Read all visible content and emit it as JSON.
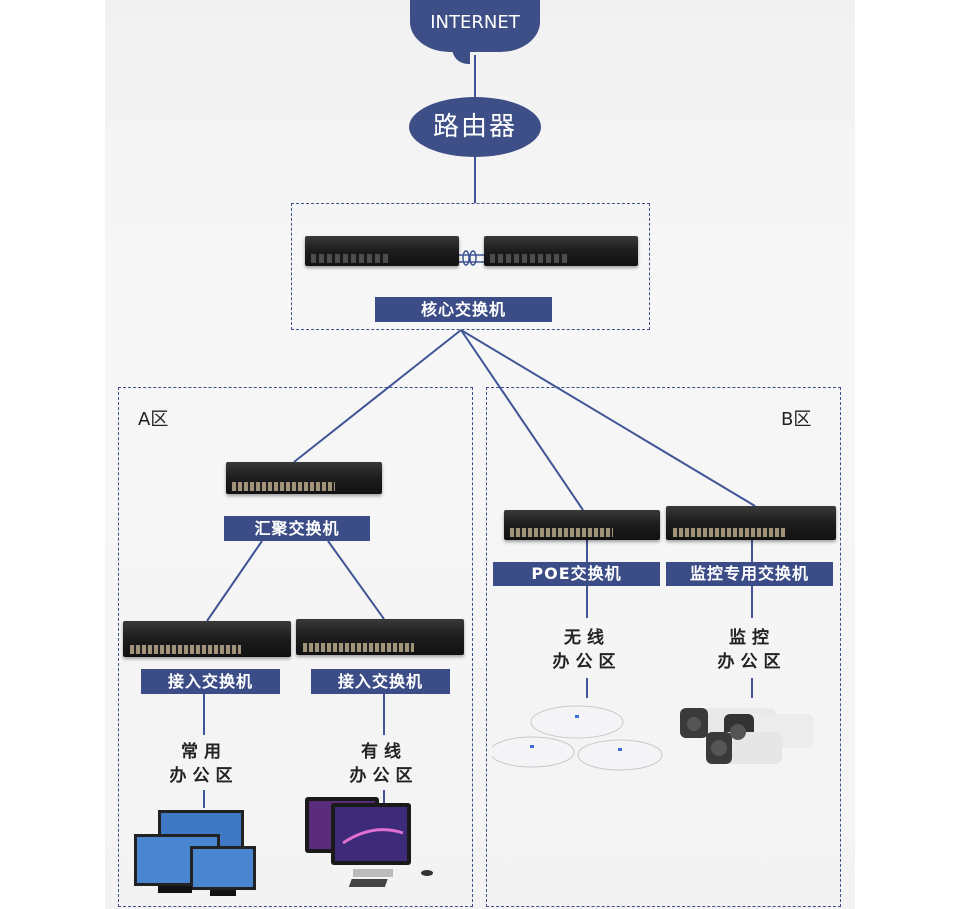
{
  "diagram": {
    "internet": {
      "label": "INTERNET",
      "icon": "cloud-icon"
    },
    "router": {
      "label": "路由器",
      "icon": "router-ellipse"
    },
    "core": {
      "label": "核心交换机",
      "devices": [
        "core-switch",
        "core-switch"
      ]
    },
    "zone_a": {
      "label": "A区",
      "aggregation": {
        "label": "汇聚交换机"
      },
      "access": [
        {
          "label": "接入交换机",
          "area_line1": "常用",
          "area_line2": "办公区",
          "device": "monitors-icon"
        },
        {
          "label": "接入交换机",
          "area_line1": "有线",
          "area_line2": "办公区",
          "device": "desktop-computers-icon"
        }
      ]
    },
    "zone_b": {
      "label": "B区",
      "switches": [
        {
          "label": "POE交换机",
          "area_line1": "无线",
          "area_line2": "办公区",
          "device": "wireless-ap-icon"
        },
        {
          "label": "监控专用交换机",
          "area_line1": "监控",
          "area_line2": "办公区",
          "device": "cctv-camera-icon"
        }
      ]
    },
    "colors": {
      "accent": "#3b4c86",
      "line": "#3f4f8a",
      "background": "#f3f3f3"
    }
  }
}
